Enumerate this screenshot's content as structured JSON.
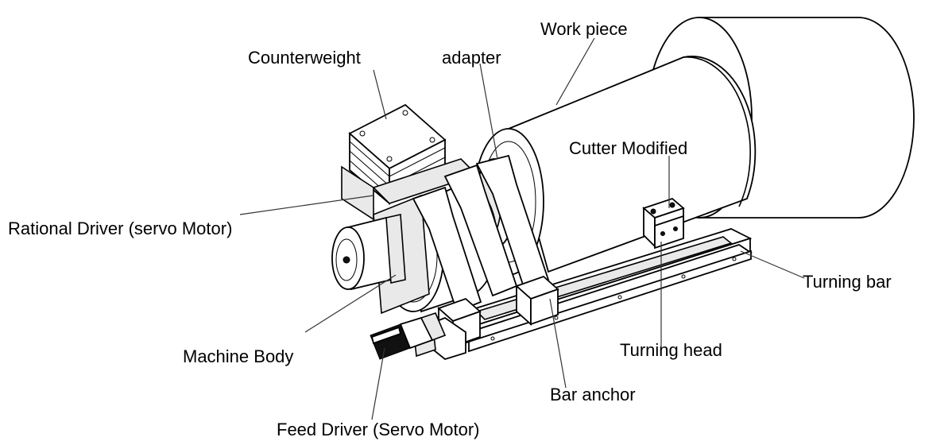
{
  "labels": {
    "counterweight": "Counterweight",
    "adapter": "adapter",
    "work_piece": "Work piece",
    "cutter_modified": "Cutter Modified",
    "rotational_driver": "Rational Driver (servo Motor)",
    "turning_bar": "Turning bar",
    "machine_body": "Machine Body",
    "turning_head": "Turning head",
    "bar_anchor": "Bar anchor",
    "feed_driver": "Feed Driver (Servo Motor)"
  }
}
